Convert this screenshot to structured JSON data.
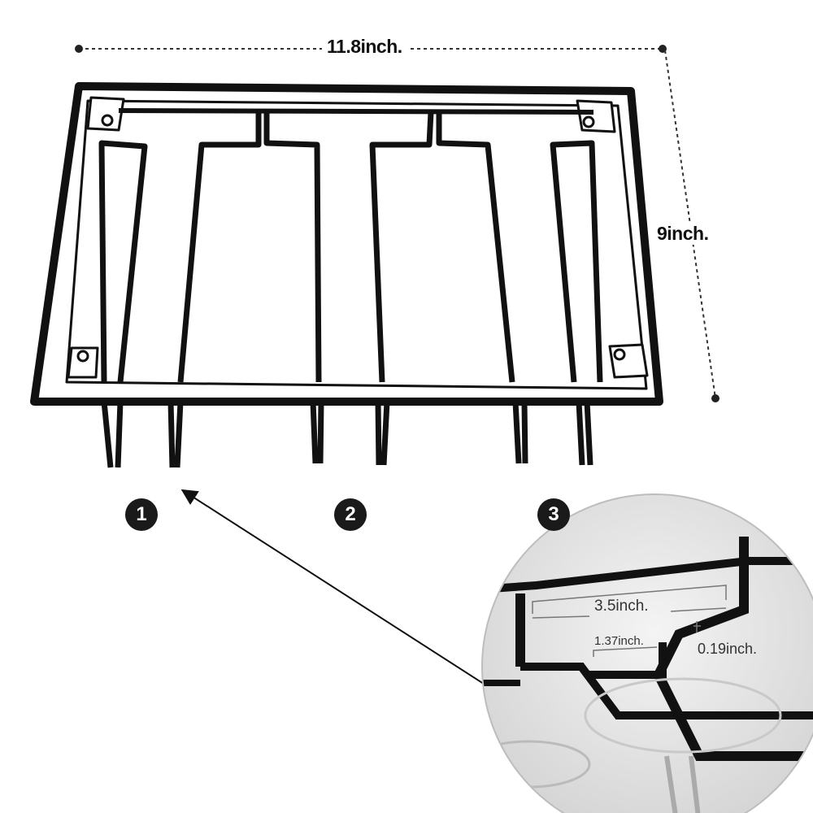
{
  "dimensions": {
    "width_label": "11.8inch.",
    "height_label": "9inch."
  },
  "steps": {
    "step1": "1",
    "step2": "2",
    "step3": "3"
  },
  "zoom_detail": {
    "slot_width_label": "3.5inch.",
    "neck_label": "1.37inch.",
    "wire_label": "0.19inch."
  },
  "colors": {
    "rack_metal": "#111111",
    "badge_fill": "#1a1a1a",
    "zoom_background": "#e8e8e8"
  }
}
